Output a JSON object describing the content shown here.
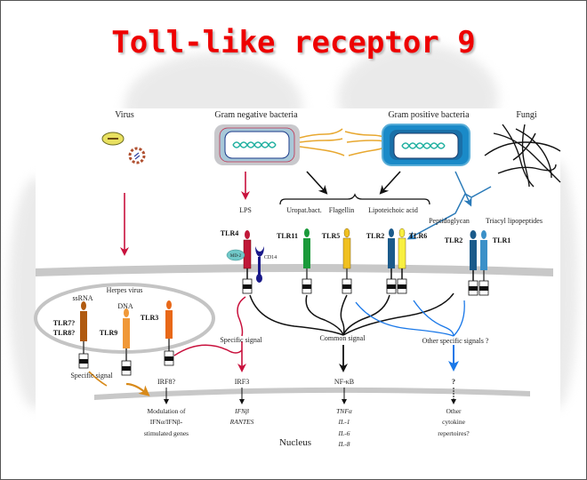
{
  "title": "Toll-like receptor 9",
  "diagram": {
    "pathogens": {
      "virus": "Virus",
      "gram_negative": "Gram negative bacteria",
      "gram_positive": "Gram positive bacteria",
      "fungi": "Fungi"
    },
    "ligands": {
      "lps": "LPS",
      "uropat": "Uropat.bact.",
      "flagellin": "Flagellin",
      "lipoteichoic": "Lipoteichoic acid",
      "peptidoglycan": "Peptidoglycan",
      "triacyl": "Triacyl lipopeptides"
    },
    "receptors": {
      "tlr4": "TLR4",
      "md2": "MD-2",
      "cd14": "CD14",
      "tlr11": "TLR11",
      "tlr5": "TLR5",
      "tlr2a": "TLR2",
      "tlr6": "TLR6",
      "tlr2b": "TLR2",
      "tlr1": "TLR1",
      "tlr78": [
        "TLR7?",
        "TLR8?"
      ],
      "tlr9": "TLR9",
      "tlr3": "TLR3"
    },
    "endosome": {
      "herpes": "Herpes virus",
      "ssrna": "ssRNA",
      "dna": "DNA"
    },
    "signals": {
      "specific_left": "Specific signal",
      "specific_mid": "Specific signal",
      "common": "Common signal",
      "other": "Other specific signals ?"
    },
    "factors": {
      "irf8": "IRF8?",
      "irf3": "IRF3",
      "nfkb": "NF-κB",
      "unknown": "?"
    },
    "outputs": {
      "irf8": [
        "Modulation of",
        "IFNα/IFNβ-",
        "stimulated genes"
      ],
      "irf3": [
        "IFNβ",
        "RANTES"
      ],
      "nfkb": [
        "TNFα",
        "IL-1",
        "IL-6",
        "IL-8"
      ],
      "unknown": [
        "Other",
        "cytokine",
        "repertoires?"
      ]
    },
    "nucleus": "Nucleus",
    "colors": {
      "title": "#ee0000",
      "crimson": "#c8103c",
      "orange_arrow": "#d88a1a",
      "blue_arrow": "#2a7ab8",
      "bright_blue": "#1a78e8",
      "membrane": "#c8c8c8",
      "tlr4": "#c01838",
      "tlr11": "#1a9a3a",
      "tlr5": "#f0c020",
      "tlr2": "#1a5a8a",
      "tlr6": "#f8f040",
      "tlr1": "#3a90c8",
      "tlr78": "#b05a10",
      "tlr9": "#f09838",
      "tlr3": "#e86818",
      "cd14": "#1a1a8a",
      "md2": "#70c8c8"
    }
  }
}
